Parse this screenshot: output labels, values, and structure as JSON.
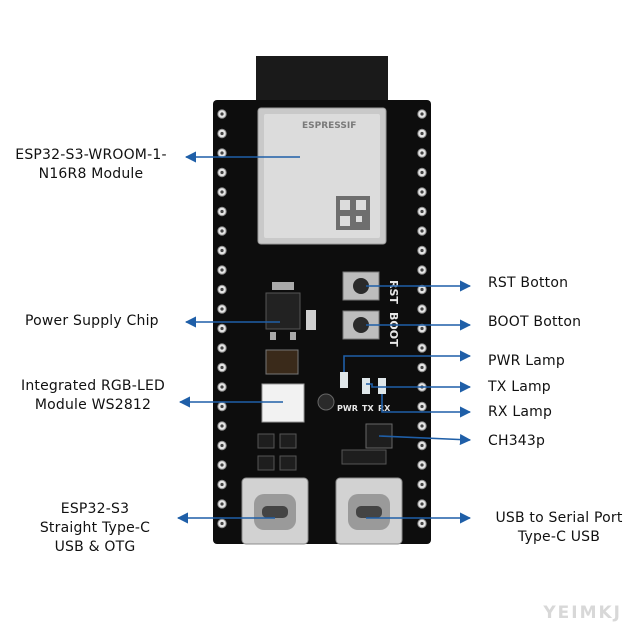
{
  "diagram": {
    "board_top_text_left": "ESPRESSIF",
    "silk_pwr": "PWR",
    "silk_tx": "TX",
    "silk_rx": "RX",
    "silk_rst": "RST",
    "silk_boot": "BOOT",
    "watermark": "YEIMKJ",
    "arrow_color": "#1f5fa8",
    "board_color": "#0d0d0d",
    "labels": {
      "module_line1": "ESP32-S3-WROOM-1-",
      "module_line2": "N16R8 Module",
      "power_chip": "Power Supply Chip",
      "rgb_line1": "Integrated RGB-LED",
      "rgb_line2": "Module WS2812",
      "usb_otg_line1": "ESP32-S3",
      "usb_otg_line2": "Straight Type-C",
      "usb_otg_line3": "USB & OTG",
      "rst": "RST Botton",
      "boot": "BOOT Botton",
      "pwr_lamp": "PWR Lamp",
      "tx_lamp": "TX Lamp",
      "rx_lamp": "RX Lamp",
      "ch343": "CH343p",
      "usb_serial_line1": "USB to Serial Port",
      "usb_serial_line2": "Type-C USB"
    }
  }
}
